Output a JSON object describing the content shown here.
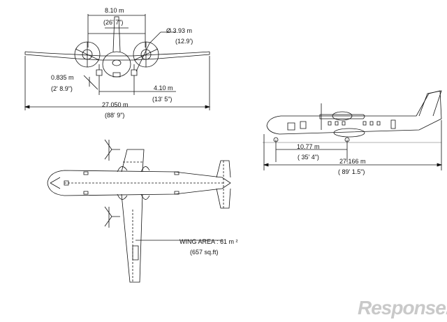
{
  "front_view": {
    "span_top": "8.10 m",
    "span_top_imperial": "(26' 7\")",
    "prop_diameter": "Ø 3.93 m",
    "prop_diameter_imperial": "(12.9')",
    "ground_clearance": "0.835 m",
    "ground_clearance_imperial": "(2' 8.9\")",
    "track": "4.10 m",
    "track_imperial": "(13' 5\")",
    "wingspan": "27.050 m",
    "wingspan_imperial": "(88' 9\")"
  },
  "side_view": {
    "wheelbase": "10.77 m",
    "wheelbase_imperial": "( 35' 4\")",
    "length": "27.166 m",
    "length_imperial": "( 89' 1.5\")"
  },
  "top_view": {
    "wing_area": "WING AREA : 61 m ²",
    "wing_area_imperial": "(657 sq.ft)"
  },
  "watermark": "Response."
}
